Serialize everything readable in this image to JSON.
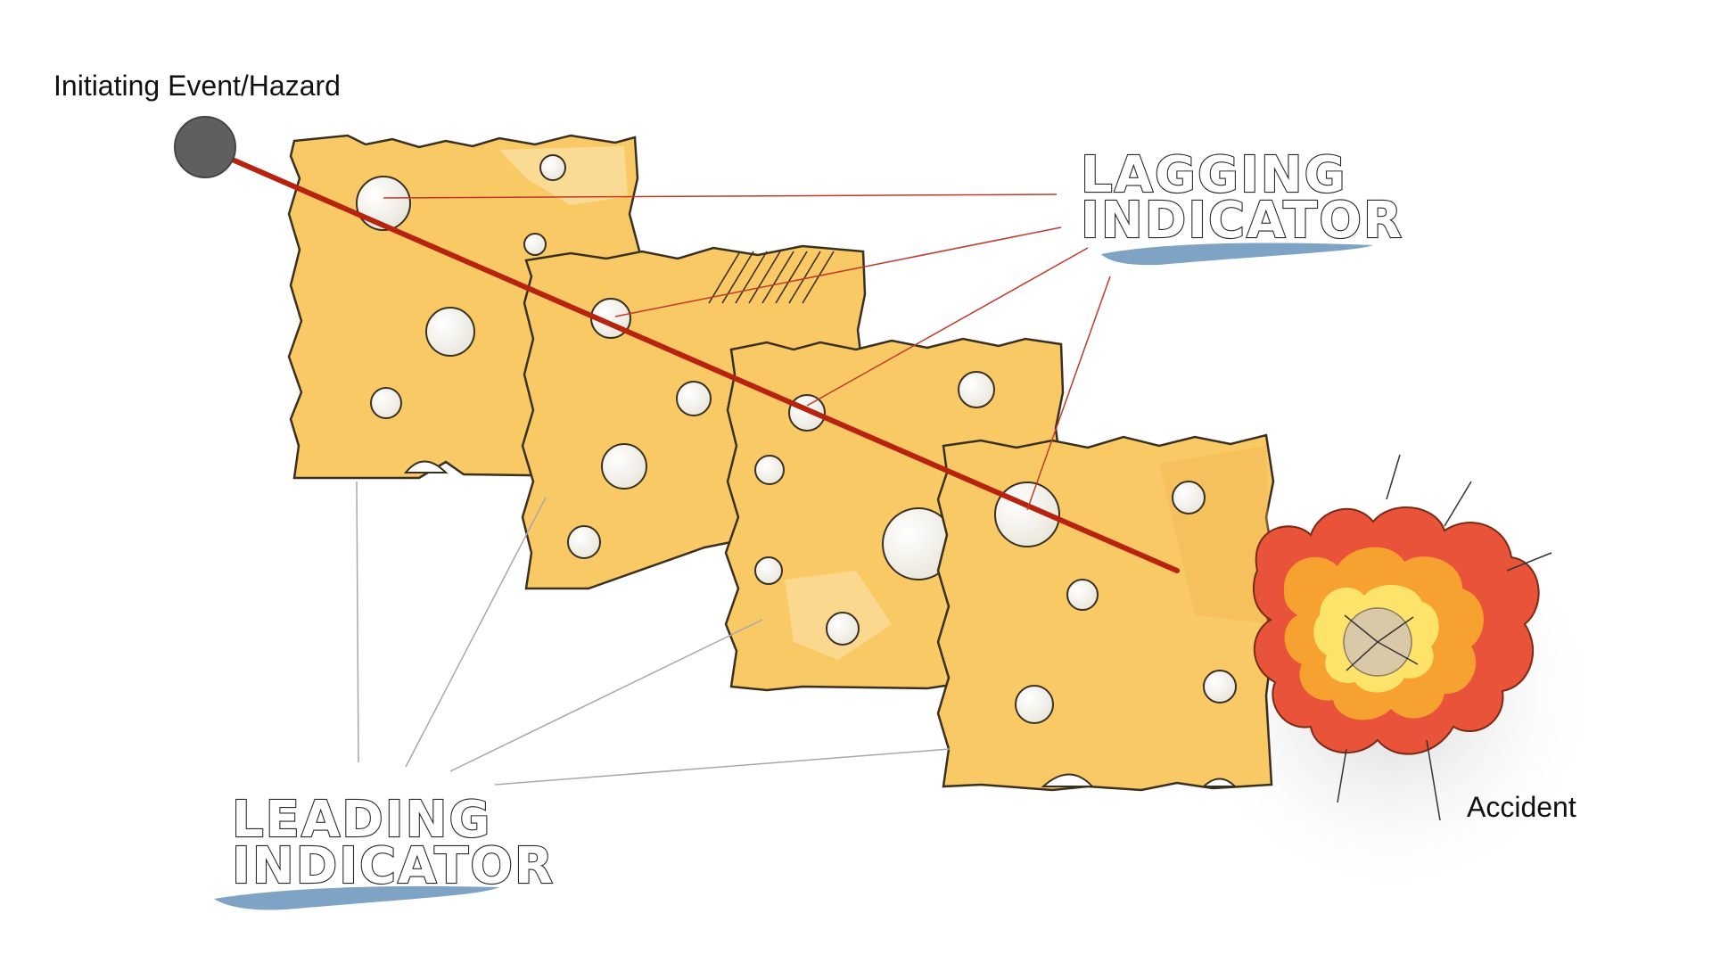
{
  "labels": {
    "initiating_event": "Initiating Event/Hazard",
    "lagging_line1": "LAGGING",
    "lagging_line2": "INDICATOR",
    "leading_line1": "LEADING",
    "leading_line2": "INDICATOR",
    "accident": "Accident"
  },
  "colors": {
    "cheese": "#f9c966",
    "cheese_shade": "#f2b24a",
    "cheese_edge": "#3a3020",
    "hazard_line": "#b8230f",
    "lagging_leader": "#c0392b",
    "leading_leader": "#a8a8a8",
    "hazard_dot": "#5f5f5f",
    "brush_underline": "#7fa3c4",
    "explosion_outer": "#e8533a",
    "explosion_mid": "#f7a230",
    "explosion_inner": "#fde36a",
    "explosion_core": "#d9c9a8"
  },
  "slices": [
    {
      "name": "cheese-slice-1"
    },
    {
      "name": "cheese-slice-2"
    },
    {
      "name": "cheese-slice-3"
    },
    {
      "name": "cheese-slice-4"
    }
  ]
}
